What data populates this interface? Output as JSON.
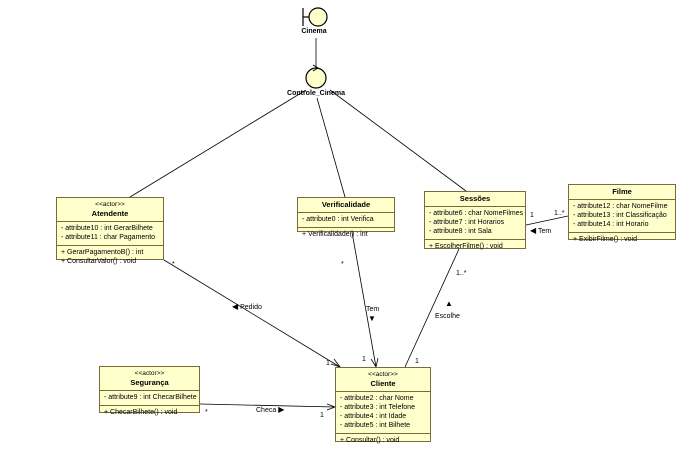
{
  "diagram": {
    "boundary": {
      "label": "Cinema"
    },
    "control": {
      "label": "Controle_Cinema"
    },
    "classes": {
      "atendente": {
        "stereotype": "<<actor>>",
        "name": "Atendente",
        "attributes": [
          "- attribute10 : int GerarBilhete",
          "- attribute11 : char Pagamento"
        ],
        "operations": [
          "+ GerarPagamentoB() : int",
          "+ ConsultarValor() : void"
        ]
      },
      "verificalidade": {
        "name": "Verificalidade",
        "attributes": [
          "- attribute0 : int Verifica"
        ],
        "operations": [
          "+ Verificalidade() : int"
        ]
      },
      "sessoes": {
        "name": "Sessões",
        "attributes": [
          "- attribute6 : char NomeFilmes",
          "- attribute7 : int Horarios",
          "- attribute8 : int Sala"
        ],
        "operations": [
          "+ EscolherFilme() : void"
        ]
      },
      "filme": {
        "name": "Filme",
        "attributes": [
          "- attribute12 : char NomeFilme",
          "- attribute13 : int Classificação",
          "- attribute14 : int Horario"
        ],
        "operations": [
          "+ ExibirFilme() : void"
        ]
      },
      "seguranca": {
        "stereotype": "<<actor>>",
        "name": "Segurança",
        "attributes": [
          "- attribute9 : int ChecarBilhete"
        ],
        "operations": [
          "+ ChecarBilhete() : void"
        ]
      },
      "cliente": {
        "stereotype": "<<actor>>",
        "name": "Cliente",
        "attributes": [
          "- attribute2 : char Nome",
          "- attribute3 : int Telefone",
          "- attribute4 : int Idade",
          "- attribute5 : int Bilhete"
        ],
        "operations": [
          "+ Consultar() : void"
        ]
      }
    },
    "associations": {
      "pedido": {
        "label": "Pedido",
        "arrow": "◀",
        "mult_a": "*",
        "mult_b": "1"
      },
      "tem_verif": {
        "label": "Tem",
        "arrow": "▼",
        "mult_a": "*",
        "mult_b": "1"
      },
      "escolhe": {
        "label": "Escolhe",
        "arrow": "▲",
        "mult_a": "1..*",
        "mult_b": "1"
      },
      "tem_filme": {
        "label": "Tem",
        "arrow": "◀",
        "mult_a": "1",
        "mult_b": "1..*"
      },
      "checa": {
        "label": "Checa",
        "arrow": "▶",
        "mult_a": "*",
        "mult_b": "1"
      }
    }
  }
}
